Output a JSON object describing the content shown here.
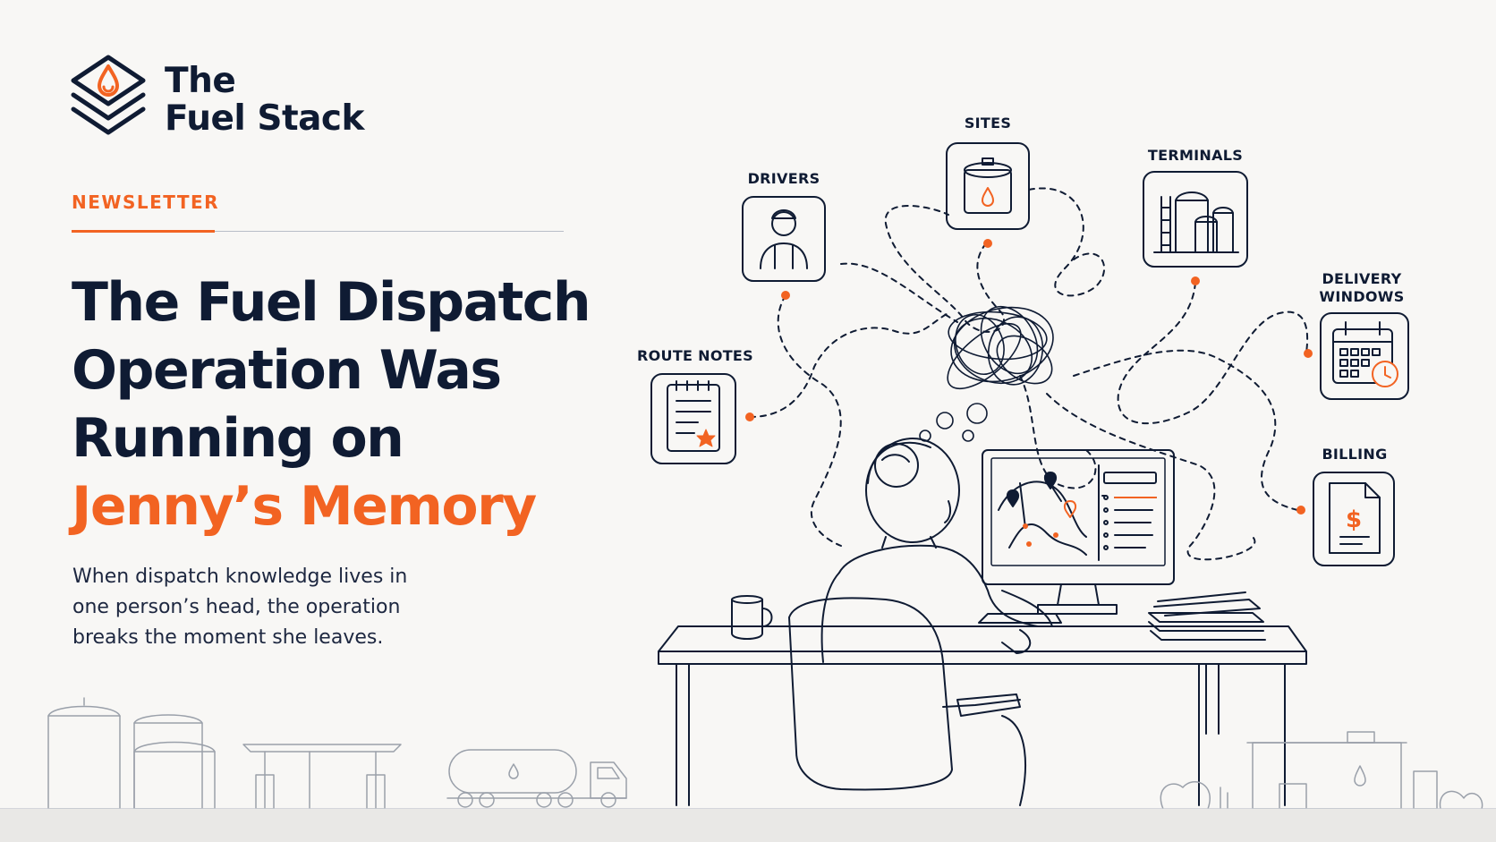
{
  "brand": {
    "name_line1": "The",
    "name_line2": "Fuel Stack",
    "logo_icon": "fuel-drop-stack-icon",
    "accent_color": "#f26322",
    "ink_color": "#0f1b33"
  },
  "eyebrow": "NEWSLETTER",
  "headline": {
    "line1": "The Fuel Dispatch",
    "line2": "Operation Was",
    "line3": "Running on",
    "line4_accent": "Jenny’s Memory"
  },
  "subtitle": {
    "line1": "When dispatch knowledge lives in",
    "line2": "one person’s head, the operation",
    "line3": "breaks the moment she leaves."
  },
  "nodes": {
    "drivers": {
      "label": "DRIVERS",
      "icon": "driver-icon"
    },
    "sites": {
      "label": "SITES",
      "icon": "fuel-tank-icon"
    },
    "terminals": {
      "label": "TERMINALS",
      "icon": "storage-tanks-icon"
    },
    "delivery_windows": {
      "label_line1": "DELIVERY",
      "label_line2": "WINDOWS",
      "icon": "calendar-clock-icon"
    },
    "route_notes": {
      "label": "ROUTE NOTES",
      "icon": "notepad-star-icon"
    },
    "billing": {
      "label": "BILLING",
      "icon": "invoice-dollar-icon"
    }
  }
}
